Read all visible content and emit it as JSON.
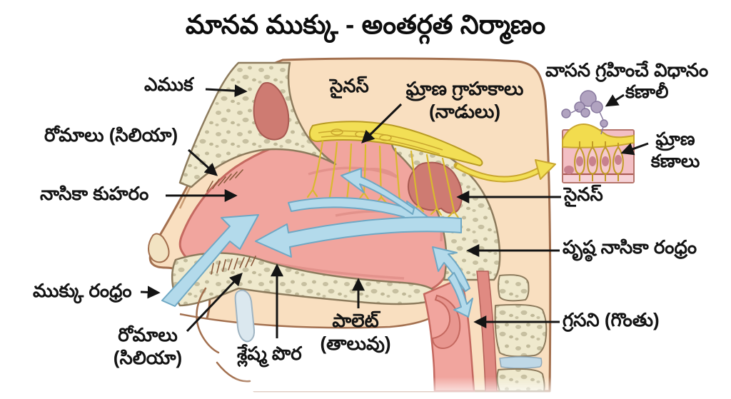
{
  "title": "మానవ ముక్కు - అంతర్గత నిర్మాణం",
  "diagram": {
    "labels": {
      "bone": "ఎముక",
      "cilia_top": "రోమాలు (సిలియా)",
      "nasal_cavity": "నాసికా కుహరం",
      "nostril": "ముక్కు రంధ్రం",
      "cilia_bottom_line1": "రోమాలు",
      "cilia_bottom_line2": "(సిలియా)",
      "mucous_membrane": "శ్లేష్మ పొర",
      "palate_line1": "పాలెట్",
      "palate_line2": "(తాలువు)",
      "sinus_top": "సైనస్",
      "olfactory_receptors_line1": "ఘ్రాణ గ్రాహకాలు",
      "olfactory_receptors_line2": "(నాడులు)",
      "sinus_right": "సైనస్",
      "posterior_nostril": "పృష్ఠ నాసికా రంధ్రం",
      "pharynx": "గ్రసని (గొంతు)"
    },
    "inset": {
      "heading": "వాసన గ్రహించే విధానం",
      "molecules_label": "కణాలీ",
      "olfactory_cells_line1": "ఘ్రాణ",
      "olfactory_cells_line2": "కణాలు"
    },
    "colors": {
      "skin": "#F9DFC0",
      "skin_outline": "#A3704F",
      "bone_base": "#EFE9CD",
      "bone_speckle": "#C7C0A1",
      "cavity_pink": "#F1A59E",
      "cavity_rim": "#C4685F",
      "sinus_blob": "#CE7B72",
      "nerve_yellow": "#F2DF55",
      "nerve_outline": "#B89B22",
      "air_arrow_blue": "#B3DAEB",
      "air_arrow_outline": "#6FA8C4",
      "molecule_purple": "#B1A3C0",
      "inset_tissue": "#F3BFC4",
      "label_text": "#141414"
    }
  }
}
